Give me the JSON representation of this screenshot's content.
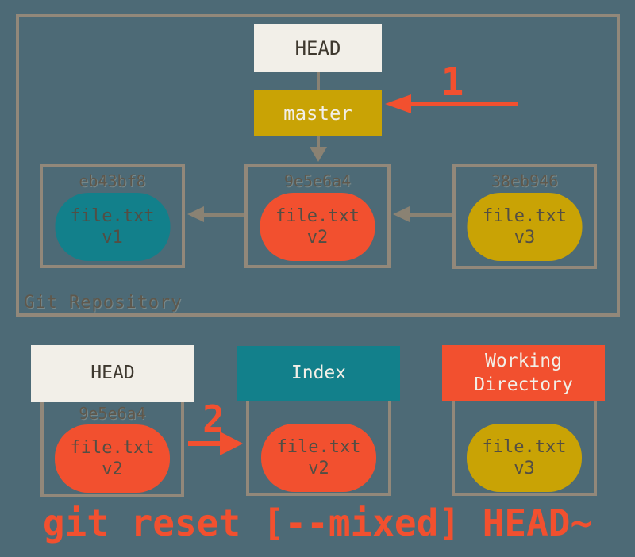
{
  "colors": {
    "background": "#4d6a76",
    "border": "#92887a",
    "gray_arrow": "#8a8273",
    "cream": "#f2efe8",
    "gold": "#c9a305",
    "teal": "#12808b",
    "red": "#f2502f",
    "dark_text": "#3e382e",
    "light_text": "#f2efe7",
    "blob_text": "#534e44",
    "hash_text": "#5f584c"
  },
  "repository": {
    "label": "Git Repository",
    "head": "HEAD",
    "branch": "master",
    "commits": [
      {
        "hash": "eb43bf8",
        "file": "file.txt",
        "version": "v1"
      },
      {
        "hash": "9e5e6a4",
        "file": "file.txt",
        "version": "v2"
      },
      {
        "hash": "38eb946",
        "file": "file.txt",
        "version": "v3"
      }
    ]
  },
  "steps": {
    "one": "1",
    "two": "2"
  },
  "bottom": {
    "head": {
      "title": "HEAD",
      "hash": "9e5e6a4",
      "file": "file.txt",
      "version": "v2"
    },
    "index": {
      "title": "Index",
      "file": "file.txt",
      "version": "v2"
    },
    "working_directory": {
      "title": "Working Directory",
      "file": "file.txt",
      "version": "v3"
    }
  },
  "command": "git reset [--mixed] HEAD~"
}
